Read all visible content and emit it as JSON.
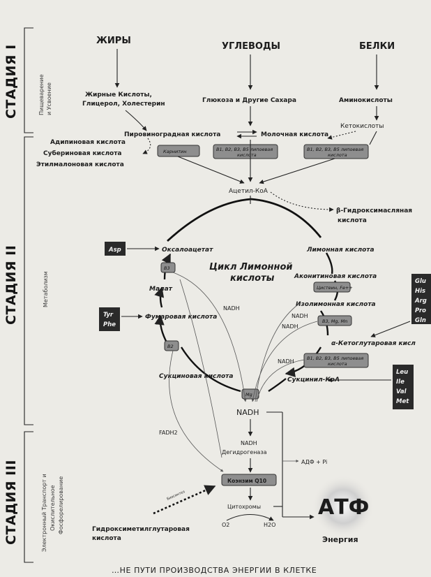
{
  "stages": {
    "stage1": "СТАДИЯ I",
    "stage2": "СТАДИЯ II",
    "stage3": "СТАДИЯ III"
  },
  "side_labels": {
    "s1_line1": "Пищеварение",
    "s1_line2": "и Усвоение",
    "s2": "Метаболизм",
    "s3_line1": "Электронный Транспорт и",
    "s3_line2": "Окислительное",
    "s3_line3": "Фосфорелирование"
  },
  "stage1": {
    "fats": "ЖИРЫ",
    "carbs": "УГЛЕВОДЫ",
    "proteins": "БЕЛКИ",
    "fatty_acids_l1": "Жирные Кислоты,",
    "fatty_acids_l2": "Глицерол, Холестерин",
    "glucose": "Глюкоза и Другие Сахара",
    "amino_acids": "Аминокислоты",
    "ketoacids": "Кетокислоты",
    "pyruvic": "Пировиноградная кислота",
    "lactic": "Молочная кислота",
    "adipic": "Адипиновая кислота",
    "suberic": "Субериновая кислота",
    "ethylmalonic": "Этилмалоновая кислота",
    "carnitine": "Карнитин",
    "cofactors_a_l1": "B1, B2, B3, B5 липоевая",
    "cofactors_a_l2": "кислота",
    "cofactors_b_l1": "B1, B2, B3, B5 липоевая",
    "cofactors_b_l2": "кислота",
    "acetyl_coa": "Ацетил-КоА",
    "hydroxybutyric_l1": "β-Гидроксимасляная",
    "hydroxybutyric_l2": "кислота"
  },
  "cycle": {
    "title_l1": "Цикл Лимонной",
    "title_l2": "кислоты",
    "asp": "Asp",
    "oxaloacetate": "Оксалоацетат",
    "citric": "Лимонная кислота",
    "aconitic": "Аконитиновая кислота",
    "cysteine_box": "Цистеин, Fe++",
    "isocitric": "Изолимонная кислота",
    "b3mg_box": "B3, Mg, Mn",
    "ketoglutaric": "α-Кетоглутаровая кисл",
    "cofactors_c_l1": "B1, B2, B3, B5 липоевая",
    "cofactors_c_l2": "кислота",
    "succinyl": "Сукцинил-КоА",
    "succinic": "Сукциновая кислота",
    "fumaric": "Фумаровая кислота",
    "malate": "Малат",
    "b3_box": "B3",
    "b2_box": "B2",
    "mg_box": "Mg",
    "tyr": "Tyr",
    "phe": "Phe",
    "glu_group": [
      "Glu",
      "His",
      "Arg",
      "Pro",
      "Gln"
    ],
    "leu_group": [
      "Leu",
      "Ile",
      "Val",
      "Met"
    ],
    "nadh1": "NADH",
    "nadh2": "NADH",
    "nadh3": "NADH",
    "nadh4": "NADH"
  },
  "stage3": {
    "nadh_main": "NADH",
    "fadh2": "FADH2",
    "nadh_dh_l1": "NADH",
    "nadh_dh_l2": "Дегидрогеназа",
    "coq10": "Коэнзим Q10",
    "adp": "АДФ + Pi",
    "cytochromes": "Цитохромы",
    "o2": "O2",
    "h2o": "H2O",
    "atp": "АТФ",
    "energy": "Энергия",
    "hmg_l1": "Гидроксиметилглутаровая",
    "hmg_l2": "кислота",
    "biosynth": "Биосинтез"
  },
  "footer": "…НЕ ПУТИ ПРОИЗВОДСТВА ЭНЕРГИИ В КЛЕТКЕ"
}
